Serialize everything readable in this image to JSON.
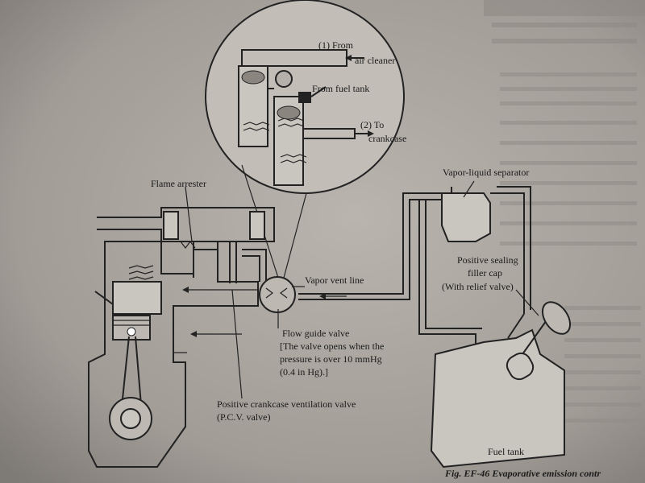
{
  "figure": {
    "caption": "Fig. EF-46  Evaporative emission contr"
  },
  "inset": {
    "label_from_air_cleaner_1": "(1)  From",
    "label_from_air_cleaner_2": "air cleaner",
    "label_from_fuel_tank": "From fuel tank",
    "label_to_crankcase_1": "(2)  To",
    "label_to_crankcase_2": "crankcase"
  },
  "labels": {
    "flame_arrester": "Flame arrester",
    "vapor_liquid_separator": "Vapor-liquid separator",
    "vapor_vent_line": "Vapor vent line",
    "filler_cap_1": "Positive sealing",
    "filler_cap_2": "filler cap",
    "filler_cap_3": "(With relief valve)",
    "flow_guide_valve": "Flow guide valve",
    "flow_guide_note_1": "[The valve opens when the",
    "flow_guide_note_2": "pressure is over 10 mmHg",
    "flow_guide_note_3": "(0.4 in Hg).]",
    "pcv_valve_1": "Positive crankcase ventilation valve",
    "pcv_valve_2": "(P.C.V. valve)",
    "fuel_tank": "Fuel tank"
  }
}
